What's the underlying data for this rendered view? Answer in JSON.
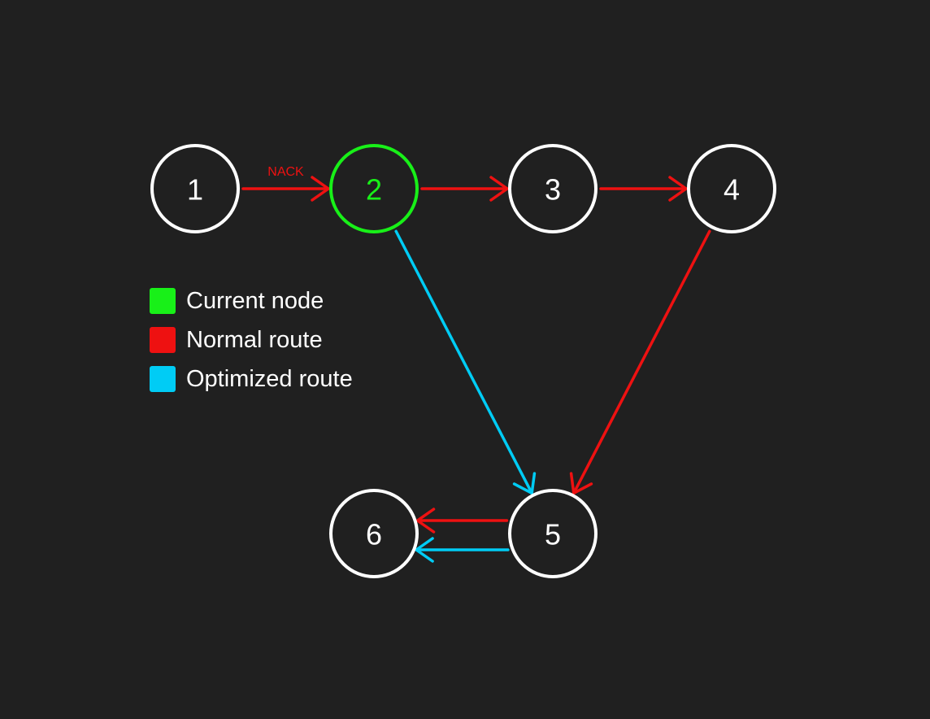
{
  "colors": {
    "background": "#202020",
    "node_outline": "#ffffff",
    "current": "#18f018",
    "normal": "#ee1111",
    "optimized": "#00ccf5"
  },
  "nodes": [
    {
      "id": "1",
      "label": "1",
      "current": false
    },
    {
      "id": "2",
      "label": "2",
      "current": true
    },
    {
      "id": "3",
      "label": "3",
      "current": false
    },
    {
      "id": "4",
      "label": "4",
      "current": false
    },
    {
      "id": "5",
      "label": "5",
      "current": false
    },
    {
      "id": "6",
      "label": "6",
      "current": false
    }
  ],
  "edges": [
    {
      "from": "1",
      "to": "2",
      "route": "normal",
      "label": "NACK"
    },
    {
      "from": "2",
      "to": "3",
      "route": "normal",
      "label": ""
    },
    {
      "from": "3",
      "to": "4",
      "route": "normal",
      "label": ""
    },
    {
      "from": "4",
      "to": "5",
      "route": "normal",
      "label": ""
    },
    {
      "from": "2",
      "to": "5",
      "route": "optimized",
      "label": ""
    },
    {
      "from": "5",
      "to": "6",
      "route": "optimized",
      "label": ""
    },
    {
      "from": "5",
      "to": "6",
      "route": "normal",
      "label": ""
    }
  ],
  "legend": {
    "items": [
      {
        "label": "Current node",
        "color_key": "current"
      },
      {
        "label": "Normal route",
        "color_key": "normal"
      },
      {
        "label": "Optimized route",
        "color_key": "optimized"
      }
    ]
  }
}
